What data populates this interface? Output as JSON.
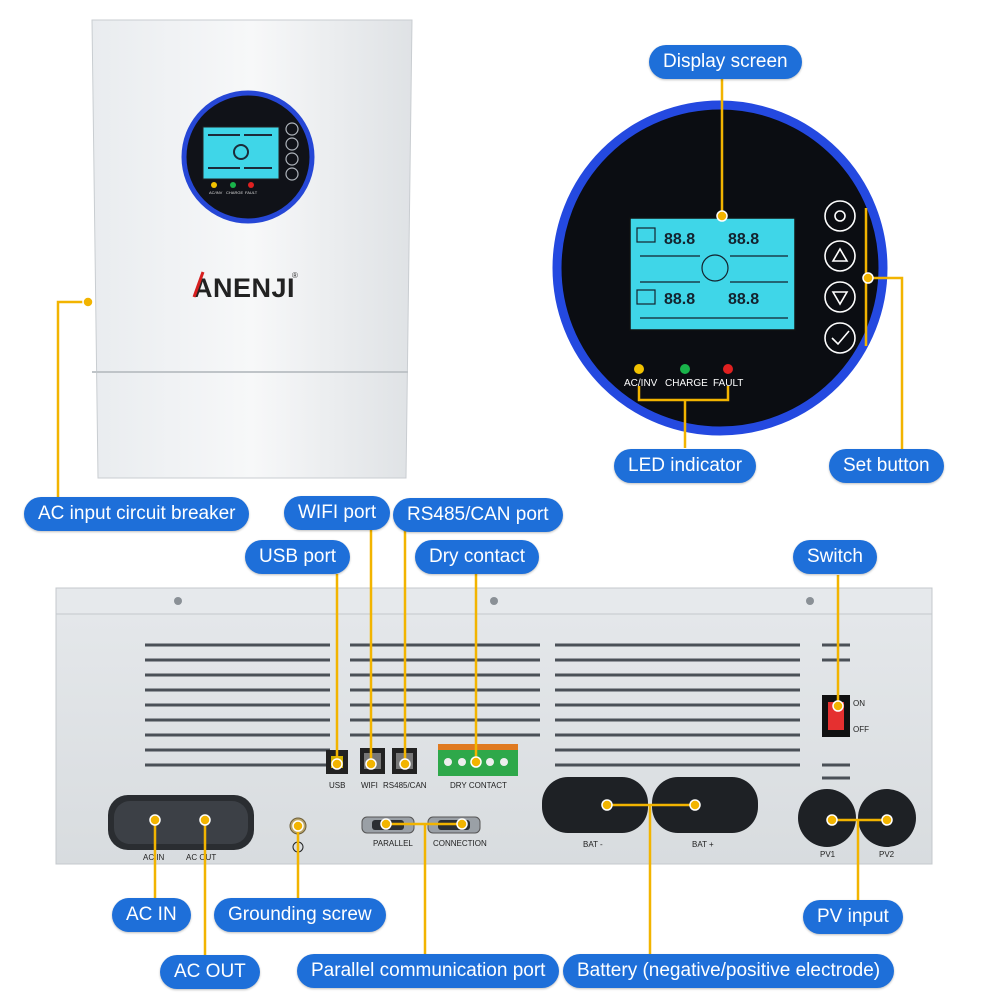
{
  "brand": "ANENJI",
  "brand_mark": "®",
  "led_labels": {
    "ac_inv": "AC/INV",
    "charge": "CHARGE",
    "fault": "FAULT"
  },
  "rear_labels": {
    "usb": "USB",
    "wifi": "WIFI",
    "rs485": "RS485/CAN",
    "dry": "DRY CONTACT",
    "parallel": "PARALLEL",
    "connection": "CONNECTION",
    "bat_minus": "BAT -",
    "bat_plus": "BAT +",
    "pv1": "PV1",
    "pv2": "PV2",
    "ac_in": "AC IN",
    "ac_out": "AC OUT",
    "on": "ON",
    "off": "OFF"
  },
  "callouts": {
    "display_screen": "Display screen",
    "led_indicator": "LED indicator",
    "set_button": "Set button",
    "ac_input_breaker": "AC input circuit breaker",
    "wifi_port": "WIFI port",
    "rs485_port": "RS485/CAN port",
    "usb_port": "USB port",
    "dry_contact": "Dry contact",
    "switch": "Switch",
    "ac_in": "AC IN",
    "grounding_screw": "Grounding screw",
    "pv_input": "PV input",
    "ac_out": "AC OUT",
    "parallel_port": "Parallel communication port",
    "battery": "Battery (negative/positive electrode)"
  },
  "colors": {
    "label_bg": "#1e6fd9",
    "leader": "#f2b400",
    "lcd": "#3fd6e8",
    "ring": "#1f4fd8"
  }
}
